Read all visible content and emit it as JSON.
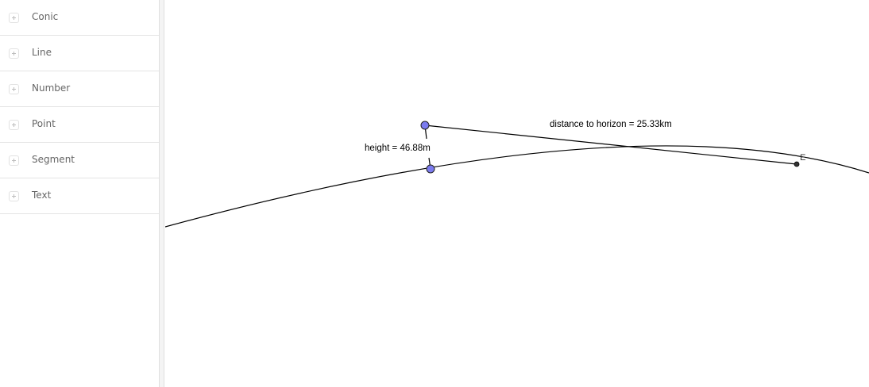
{
  "algebra_view": {
    "categories": [
      {
        "label": "Conic",
        "icon": "plus-icon"
      },
      {
        "label": "Line",
        "icon": "plus-icon"
      },
      {
        "label": "Number",
        "icon": "plus-icon"
      },
      {
        "label": "Point",
        "icon": "plus-icon"
      },
      {
        "label": "Segment",
        "icon": "plus-icon"
      },
      {
        "label": "Text",
        "icon": "plus-icon"
      }
    ]
  },
  "graphics_view": {
    "texts": {
      "height": "height = 46.88m",
      "distance": "distance to horizon = 25.33km"
    },
    "points": {
      "E": {
        "label": "E",
        "color": "#333333"
      },
      "observer": {
        "color": "#7b7bef"
      },
      "ground": {
        "color": "#7b7bef"
      }
    },
    "colors": {
      "point_fill": "#7b7bef",
      "line": "#000000"
    }
  }
}
